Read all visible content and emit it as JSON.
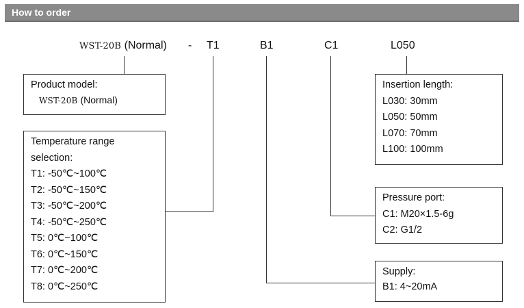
{
  "header": {
    "title": "How to order"
  },
  "code": {
    "model": "WST-20B",
    "model_suffix": "(Normal)",
    "dash": "-",
    "temp": "T1",
    "supply": "B1",
    "port": "C1",
    "length": "L050"
  },
  "product_box": {
    "title": "Product model:",
    "model": "WST-20B",
    "model_suffix": "(Normal)"
  },
  "temp_box": {
    "title_line1": "Temperature range",
    "title_line2": "selection:",
    "items": [
      "T1: -50℃~100℃",
      "T2: -50℃~150℃",
      "T3: -50℃~200℃",
      "T4: -50℃~250℃",
      "T5: 0℃~100℃",
      "T6: 0℃~150℃",
      "T7: 0℃~200℃",
      "T8: 0℃~250℃"
    ]
  },
  "length_box": {
    "title": "Insertion length:",
    "items": [
      "L030: 30mm",
      "L050: 50mm",
      "L070: 70mm",
      "L100: 100mm"
    ]
  },
  "port_box": {
    "title": "Pressure port:",
    "items": [
      "C1: M20×1.5-6g",
      "C2: G1/2"
    ]
  },
  "supply_box": {
    "title": "Supply:",
    "items": [
      "B1: 4~20mA"
    ]
  }
}
